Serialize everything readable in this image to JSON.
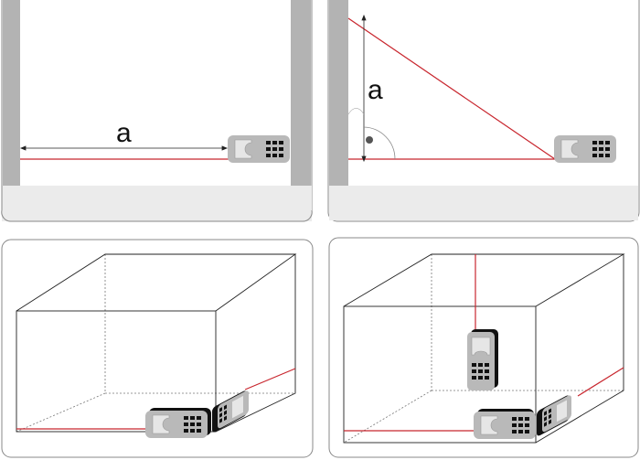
{
  "panels": [
    {
      "id": "horizontal-distance",
      "label": "a"
    },
    {
      "id": "height-via-pythagoras",
      "label": "a"
    },
    {
      "id": "room-3d-horizontal",
      "label": ""
    },
    {
      "id": "room-3d-vertical",
      "label": ""
    }
  ],
  "colors": {
    "laser": "#c8262e",
    "wall": "#b3b3b3",
    "floor": "#ebebeb",
    "device": "#b9b9b9",
    "outline": "#8a8a8a"
  },
  "icons": [
    "laser-distance-meter-icon",
    "right-angle-marker-icon"
  ]
}
